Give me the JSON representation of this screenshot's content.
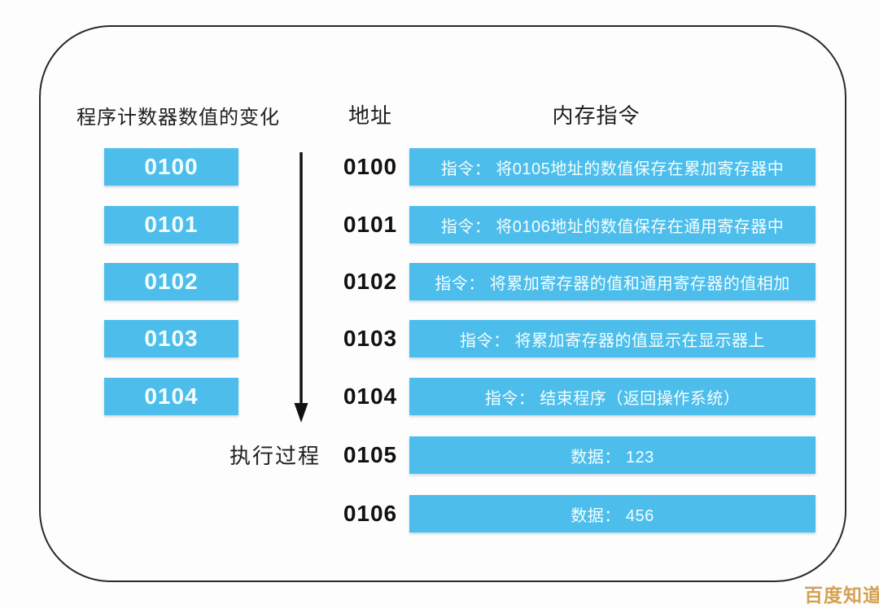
{
  "diagram": {
    "left_column": {
      "header": "程序计数器数值的变化",
      "boxes": [
        "0100",
        "0101",
        "0102",
        "0103",
        "0104"
      ]
    },
    "arrow_label": "执行过程",
    "address_header": "地址",
    "memory_header": "内存指令",
    "rows": [
      {
        "address": "0100",
        "content": "指令： 将0105地址的数值保存在累加寄存器中"
      },
      {
        "address": "0101",
        "content": "指令： 将0106地址的数值保存在通用寄存器中"
      },
      {
        "address": "0102",
        "content": "指令： 将累加寄存器的值和通用寄存器的值相加"
      },
      {
        "address": "0103",
        "content": "指令： 将累加寄存器的值显示在显示器上"
      },
      {
        "address": "0104",
        "content": "指令： 结束程序（返回操作系统）"
      },
      {
        "address": "0105",
        "content": "数据： 123"
      },
      {
        "address": "0106",
        "content": "数据： 456"
      }
    ],
    "watermark": "百度知道",
    "colors": {
      "box_blue": "#4dbeeb",
      "box_text": "#f4feff",
      "border": "#2a2a2a",
      "heading_text": "#1e1e1e",
      "watermark": "#d5a050"
    }
  }
}
